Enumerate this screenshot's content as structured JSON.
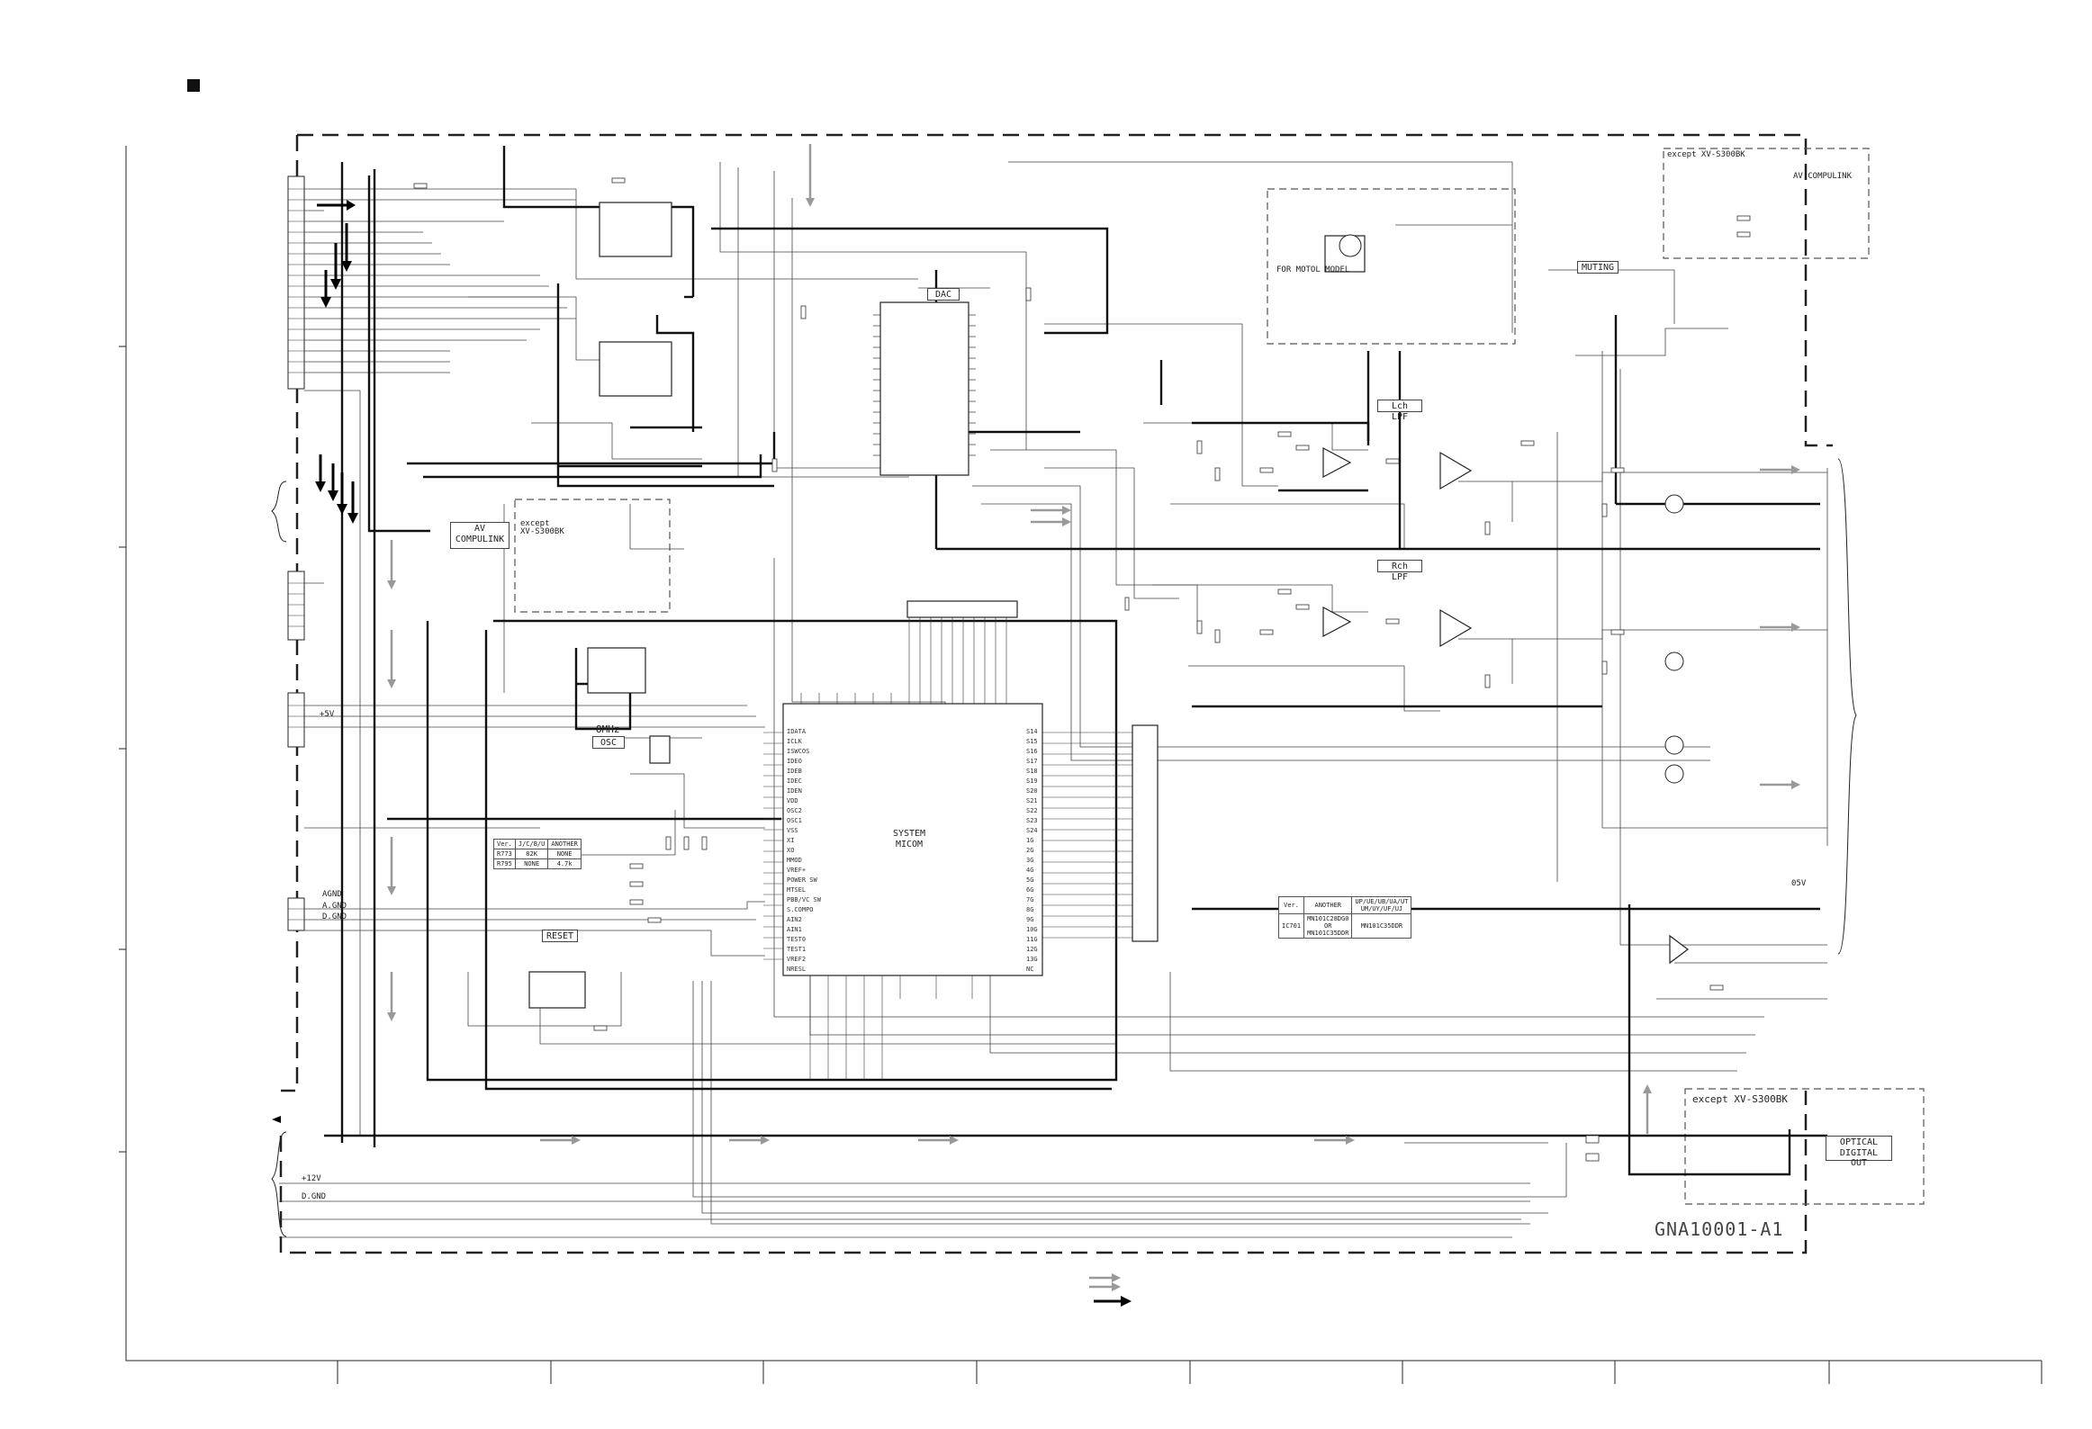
{
  "labels": {
    "dac": "DAC",
    "muting": "MUTING",
    "lch_lpf": "Lch LPF",
    "rch_lpf": "Rch LPF",
    "av_compulink": "AV\nCOMPULINK",
    "except_a": "except\nXV-S300BK",
    "osc_mhz": "8MHz",
    "osc": "OSC",
    "system_micom": "SYSTEM\nMICOM",
    "reset": "RESET",
    "for_motor": "FOR MOTOL MODEL",
    "except_tr": "except XV-S300BK",
    "av_compulink_tr": "AV COMPULINK",
    "except_br": "except XV-S300BK",
    "optical": "OPTICAL\nDIGITAL OUT",
    "board_id": "GNA10001-A1",
    "wire_agnd": "AGND",
    "wire_ngnd": "A.GND",
    "wire_12v": "+12V",
    "wire_5v": "+5V",
    "wire_dgnd": "D.GND",
    "wire_05v": "05V",
    "wire_dv": "D.GND"
  },
  "tables": {
    "left": {
      "head": [
        "Ver.",
        "J/C/B/U",
        "ANOTHER"
      ],
      "rows": [
        [
          "R773",
          "82K",
          "NONE"
        ],
        [
          "R795",
          "NONE",
          "4.7k"
        ]
      ]
    },
    "right": {
      "head": [
        "Ver.",
        "ANOTHER",
        "UP/UE/UB/UA/UT\nUM/UY/UF/UJ"
      ],
      "rows": [
        [
          "IC701",
          "MN101C28DG0\nOR\nMN101C35DDR",
          "MN101C35DDR"
        ]
      ]
    }
  },
  "micom_pins": {
    "left": [
      "IDATA",
      "ICLK",
      "ISWCOS",
      "IDEO",
      "IDEB",
      "IDEC",
      "IDEN",
      "VDD",
      "OSC2",
      "OSC1",
      "VSS",
      "XI",
      "XO",
      "MMOD",
      "VREF+",
      "POWER SW",
      "MTSEL",
      "PBB/VC SW",
      "S.COMPO",
      "AIN2",
      "AIN1",
      "TEST0",
      "TEST1",
      "VREF2",
      "NRESL"
    ],
    "right": [
      "S14",
      "S15",
      "S16",
      "S17",
      "S18",
      "S19",
      "S20",
      "S21",
      "S22",
      "S23",
      "S24",
      "1G",
      "2G",
      "3G",
      "4G",
      "5G",
      "6G",
      "7G",
      "8G",
      "9G",
      "10G",
      "11G",
      "12G",
      "13G",
      "NC"
    ]
  },
  "legend": {}
}
